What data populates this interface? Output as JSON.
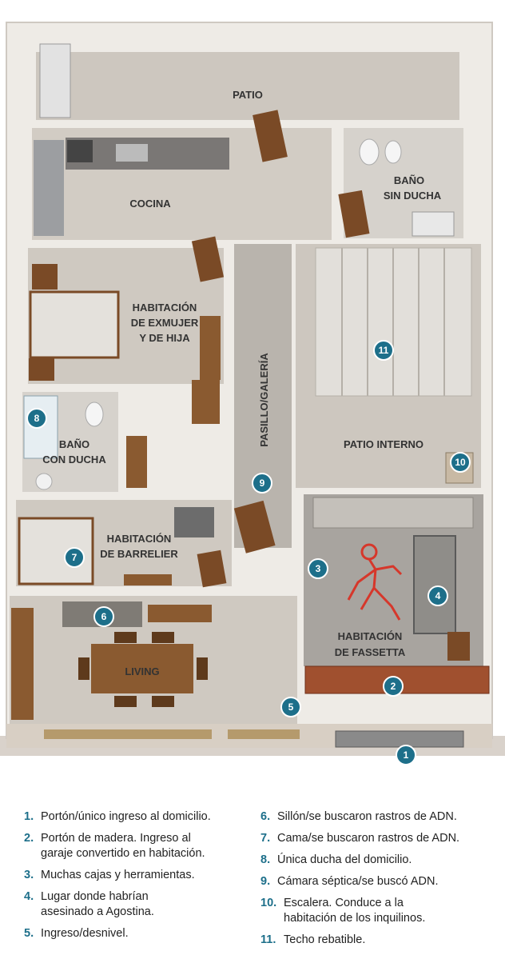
{
  "rooms": {
    "patio": "PATIO",
    "cocina": "COCINA",
    "bano_sin_ducha": [
      "BAÑO",
      "SIN DUCHA"
    ],
    "habitacion_exmujer": [
      "HABITACIÓN",
      "DE EXMUJER",
      "Y DE HIJA"
    ],
    "pasillo": "PASILLO/GALERÍA",
    "patio_interno": "PATIO INTERNO",
    "bano_con_ducha": [
      "BAÑO",
      "CON DUCHA"
    ],
    "habitacion_barrelier": [
      "HABITACIÓN",
      "DE BARRELIER"
    ],
    "habitacion_fassetta": [
      "HABITACIÓN",
      "DE FASSETTA"
    ],
    "living": "LIVING"
  },
  "markers": [
    "1",
    "2",
    "3",
    "4",
    "5",
    "6",
    "7",
    "8",
    "9",
    "10",
    "11"
  ],
  "legend": {
    "left": [
      {
        "num": "1.",
        "lines": [
          "Portón/único ingreso al domicilio."
        ]
      },
      {
        "num": "2.",
        "lines": [
          "Portón de madera. Ingreso al",
          "garaje convertido en habitación."
        ]
      },
      {
        "num": "3.",
        "lines": [
          "Muchas cajas y herramientas."
        ]
      },
      {
        "num": "4.",
        "lines": [
          "Lugar donde habrían",
          "asesinado a Agostina."
        ]
      },
      {
        "num": "5.",
        "lines": [
          "Ingreso/desnivel."
        ]
      }
    ],
    "right": [
      {
        "num": "6.",
        "lines": [
          "Sillón/se buscaron rastros de ADN."
        ]
      },
      {
        "num": "7.",
        "lines": [
          "Cama/se buscaron rastros de ADN."
        ]
      },
      {
        "num": "8.",
        "lines": [
          "Única ducha del domicilio."
        ]
      },
      {
        "num": "9.",
        "lines": [
          "Cámara séptica/se buscó ADN."
        ]
      },
      {
        "num": "10.",
        "lines": [
          "Escalera. Conduce a la",
          "habitación de los inquilinos."
        ]
      },
      {
        "num": "11.",
        "lines": [
          "Techo rebatible."
        ]
      }
    ]
  },
  "colors": {
    "marker": "#1d6f8a",
    "wall": "#e9e6e1",
    "floor": "#c9c4bd",
    "wood": "#7a4a26",
    "chalk": "#d6372b"
  }
}
